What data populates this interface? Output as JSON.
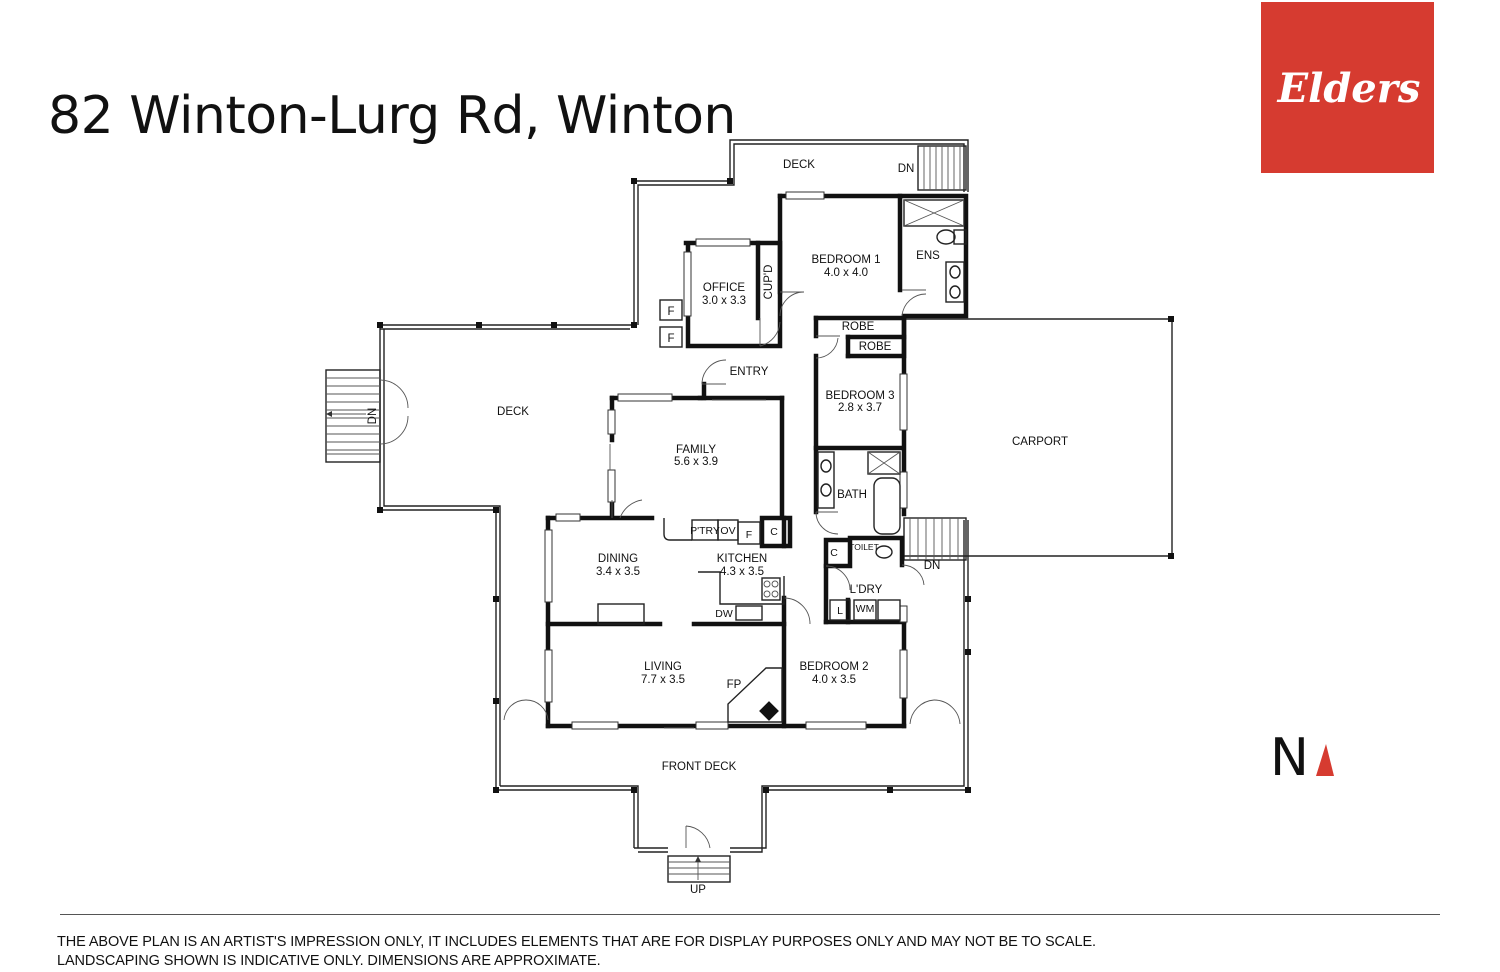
{
  "header": {
    "address": "82 Winton-Lurg Rd, Winton"
  },
  "brand": {
    "logo_text": "Elders",
    "logo_color": "#d63b30"
  },
  "rooms": {
    "deck_north": "DECK",
    "deck_west": "DECK",
    "office": {
      "name": "OFFICE",
      "size": "3.0 x 3.3"
    },
    "cupd": "CUP'D",
    "bedroom1": {
      "name": "BEDROOM 1",
      "size": "4.0 x 4.0"
    },
    "ens": "ENS",
    "robe1": "ROBE",
    "robe2": "ROBE",
    "entry": "ENTRY",
    "bedroom3": {
      "name": "BEDROOM 3",
      "size": "2.8 x 3.7"
    },
    "family": {
      "name": "FAMILY",
      "size": "5.6 x 3.9"
    },
    "carport": "CARPORT",
    "bath": "BATH",
    "pantry": "P'TRY",
    "oven": "OV",
    "fridge": "F",
    "cupboard_kitchen": "C",
    "cupboard_laundry": "C",
    "toilet": "TOILET",
    "dining": {
      "name": "DINING",
      "size": "3.4 x 3.5"
    },
    "kitchen": {
      "name": "KITCHEN",
      "size": "4.3 x 3.5"
    },
    "laundry": "L'DRY",
    "laundry_l": "L",
    "washing_machine": "WM",
    "dishwasher": "DW",
    "living": {
      "name": "LIVING",
      "size": "7.7 x 3.5"
    },
    "fireplace": "FP",
    "bedroom2": {
      "name": "BEDROOM 2",
      "size": "4.0 x 3.5"
    },
    "front_deck": "FRONT DECK",
    "freezer1": "F",
    "freezer2": "F"
  },
  "stairs": {
    "north_dn": "DN",
    "west_dn": "DN",
    "east_dn": "DN",
    "south_up": "UP"
  },
  "compass": {
    "letter": "N",
    "arrow_color": "#d63b30"
  },
  "disclaimer": {
    "line1": "THE ABOVE PLAN IS AN ARTIST'S IMPRESSION ONLY, IT INCLUDES ELEMENTS THAT ARE FOR DISPLAY PURPOSES ONLY AND MAY NOT BE TO SCALE.",
    "line2": "LANDSCAPING SHOWN IS INDICATIVE ONLY. DIMENSIONS ARE APPROXIMATE."
  }
}
